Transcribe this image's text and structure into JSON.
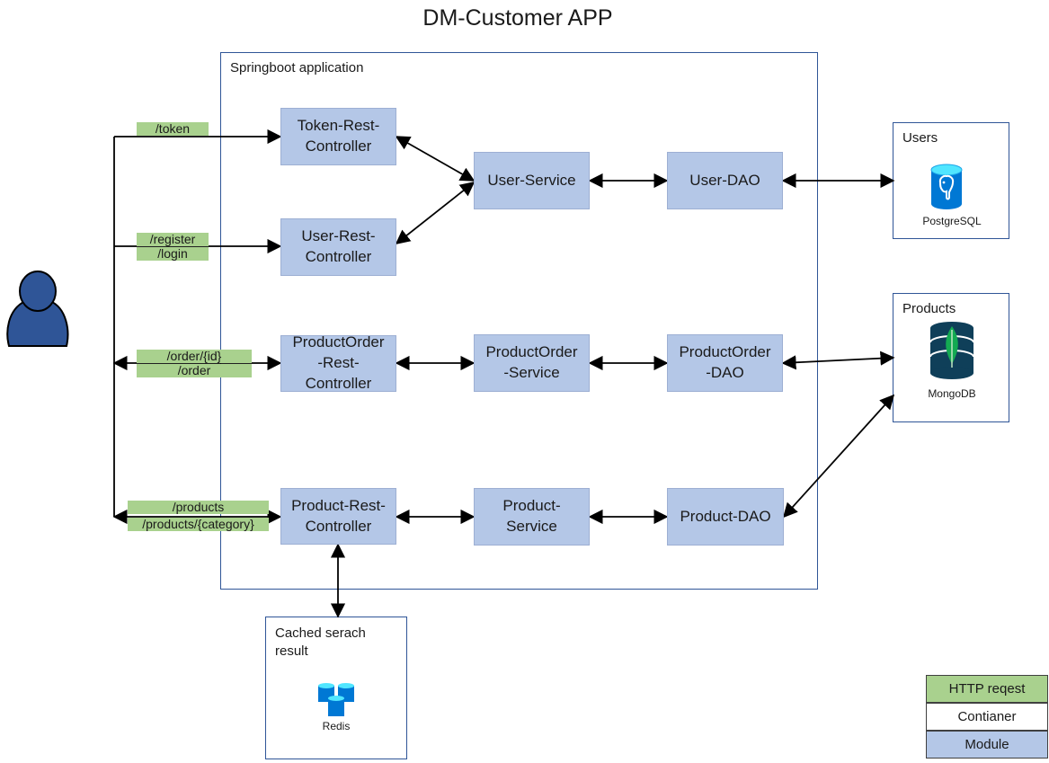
{
  "title": "DM-Customer APP",
  "app_container": {
    "label": "Springboot application"
  },
  "requests": {
    "token": "/token",
    "register": "/register",
    "login": "/login",
    "order_id": "/order/{id}",
    "order": "/order",
    "products": "/products",
    "products_category": "/products/{category}"
  },
  "modules": {
    "token_rest_controller": "Token-Rest-\nController",
    "user_rest_controller": "User-Rest-\nController",
    "product_order_rest_controller": "ProductOrder\n-Rest-\nController",
    "product_rest_controller": "Product-Rest-\nController",
    "user_service": "User-Service",
    "product_order_service": "ProductOrder\n-Service",
    "product_service": "Product-\nService",
    "user_dao": "User-DAO",
    "product_order_dao": "ProductOrder\n-DAO",
    "product_dao": "Product-DAO"
  },
  "containers": {
    "users": {
      "label": "Users",
      "db": "PostgreSQL"
    },
    "products": {
      "label": "Products",
      "db": "MongoDB"
    },
    "cache": {
      "label": "Cached serach\nresult",
      "db": "Redis"
    }
  },
  "legend": {
    "http": "HTTP reqest",
    "container": "Contianer",
    "module": "Module"
  },
  "colors": {
    "http_request": "#a9d18e",
    "module": "#b4c7e7",
    "container_border": "#2f5597",
    "user_icon": "#2f5597",
    "postgres_icon": "#0078d4",
    "mongo_icon": "#0f3f59",
    "redis_icon": "#0078d4"
  },
  "icons": [
    "user-icon",
    "postgresql-icon",
    "mongodb-icon",
    "redis-icon"
  ]
}
